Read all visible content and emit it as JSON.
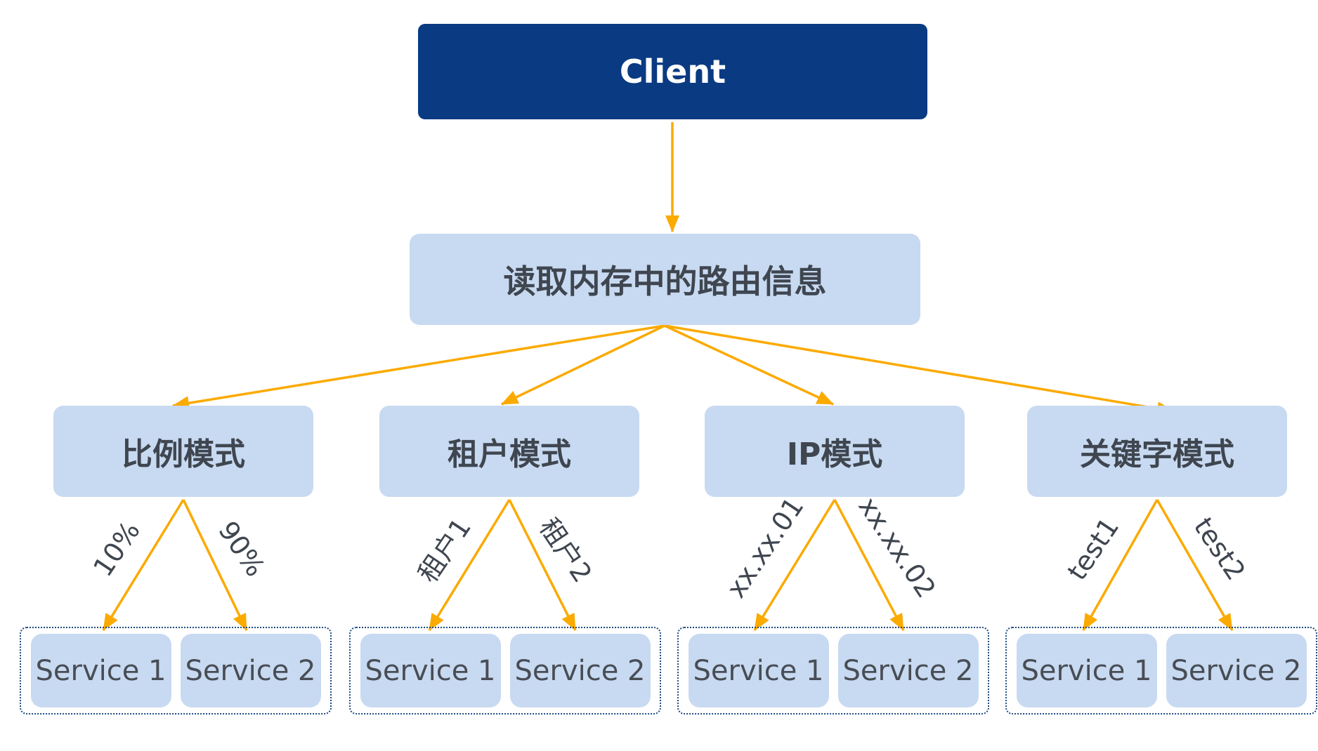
{
  "colors": {
    "node_dark_blue": "#0a3a82",
    "node_light_blue": "#c8daf1",
    "arrow_orange": "#fbaa00",
    "text_dark": "#3f4650",
    "group_dotted_border": "#1d4b80",
    "client_text": "#ffffff"
  },
  "root": {
    "label": "Client"
  },
  "router": {
    "label": "读取内存中的路由信息"
  },
  "modes": [
    {
      "label": "比例模式",
      "left_edge_label": "10%",
      "right_edge_label": "90%",
      "services": [
        "Service 1",
        "Service 2"
      ]
    },
    {
      "label": "租户模式",
      "left_edge_label": "租户1",
      "right_edge_label": "租户2",
      "services": [
        "Service 1",
        "Service 2"
      ]
    },
    {
      "label": "IP模式",
      "left_edge_label": "xx.xx.01",
      "right_edge_label": "xx.xx.02",
      "services": [
        "Service 1",
        "Service 2"
      ]
    },
    {
      "label": "关键字模式",
      "left_edge_label": "test1",
      "right_edge_label": "test2",
      "services": [
        "Service 1",
        "Service 2"
      ]
    }
  ]
}
